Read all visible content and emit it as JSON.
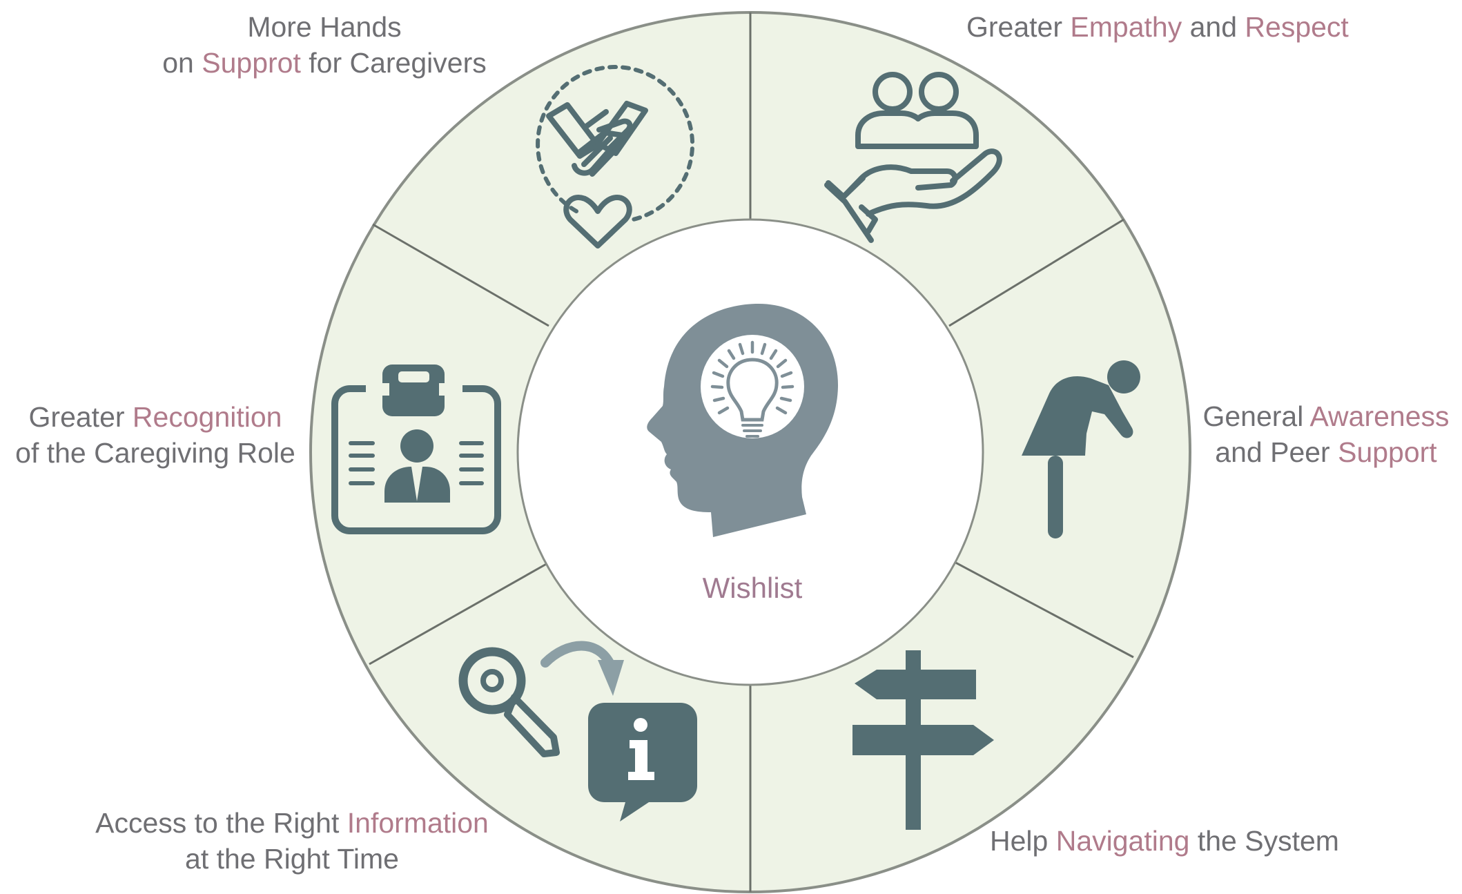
{
  "colors": {
    "ring_fill": "#eef3e6",
    "ring_stroke": "#8a8f88",
    "icon": "#546e73",
    "head": "#7f8f97",
    "text": "#6f6f73",
    "highlight": "#b07b8b"
  },
  "center": {
    "title": "Wishlist",
    "icon": "head-lightbulb-icon"
  },
  "segments": [
    {
      "id": "hands",
      "icon": "handshake-heart-icon",
      "lines": [
        [
          {
            "t": "More Hands"
          }
        ],
        [
          {
            "t": "on "
          },
          {
            "t": "Supprot",
            "hl": true
          },
          {
            "t": " for Caregivers"
          }
        ]
      ]
    },
    {
      "id": "empathy",
      "icon": "hand-holding-people-icon",
      "lines": [
        [
          {
            "t": "Greater "
          },
          {
            "t": "Empathy",
            "hl": true
          },
          {
            "t": " and "
          },
          {
            "t": "Respect",
            "hl": true
          }
        ]
      ]
    },
    {
      "id": "awareness",
      "icon": "person-bending-icon",
      "lines": [
        [
          {
            "t": "General "
          },
          {
            "t": "Awareness",
            "hl": true
          }
        ],
        [
          {
            "t": "and Peer "
          },
          {
            "t": "Support",
            "hl": true
          }
        ]
      ]
    },
    {
      "id": "navigating",
      "icon": "signpost-icon",
      "lines": [
        [
          {
            "t": "Help "
          },
          {
            "t": "Navigating",
            "hl": true
          },
          {
            "t": " the System"
          }
        ]
      ]
    },
    {
      "id": "information",
      "icon": "key-info-icon",
      "lines": [
        [
          {
            "t": "Access to the Right "
          },
          {
            "t": "Information",
            "hl": true
          }
        ],
        [
          {
            "t": "at the Right Time"
          }
        ]
      ]
    },
    {
      "id": "recognition",
      "icon": "id-badge-icon",
      "lines": [
        [
          {
            "t": "Greater "
          },
          {
            "t": "Recognition",
            "hl": true
          }
        ],
        [
          {
            "t": "of the Caregiving Role"
          }
        ]
      ]
    }
  ]
}
